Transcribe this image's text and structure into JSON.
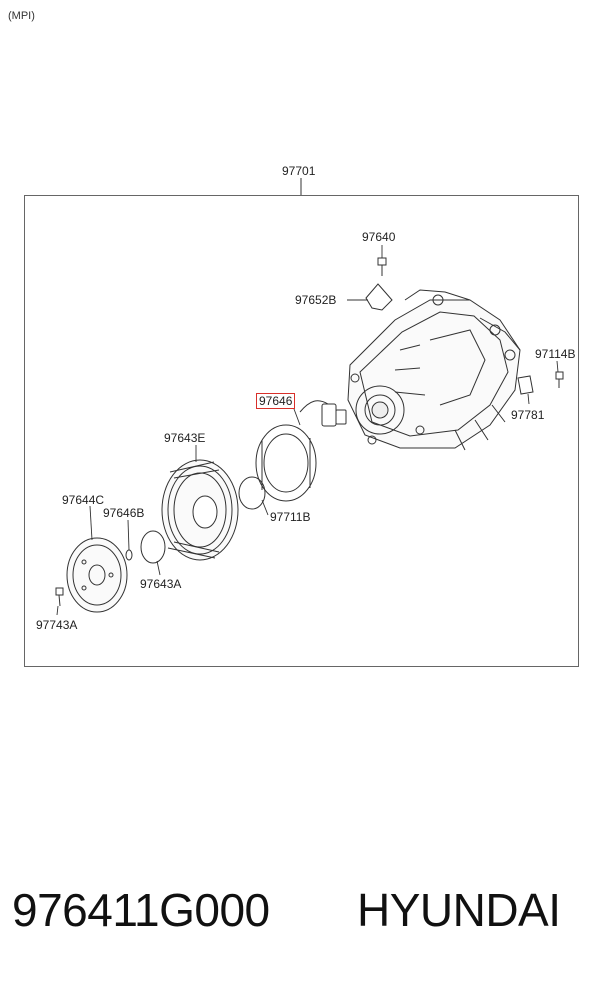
{
  "header": {
    "variant_label": "(MPI)"
  },
  "assembly_label": "97701",
  "parts": {
    "p97640": "97640",
    "p97652B": "97652B",
    "p97114B": "97114B",
    "p97781": "97781",
    "p97646": "97646",
    "p97643E": "97643E",
    "p97711B": "97711B",
    "p97644C": "97644C",
    "p97646B": "97646B",
    "p97643A": "97643A",
    "p97743A": "97743A"
  },
  "highlight_color": "#d8302a",
  "footer": {
    "part_number": "976411G000",
    "brand": "HYUNDAI"
  }
}
